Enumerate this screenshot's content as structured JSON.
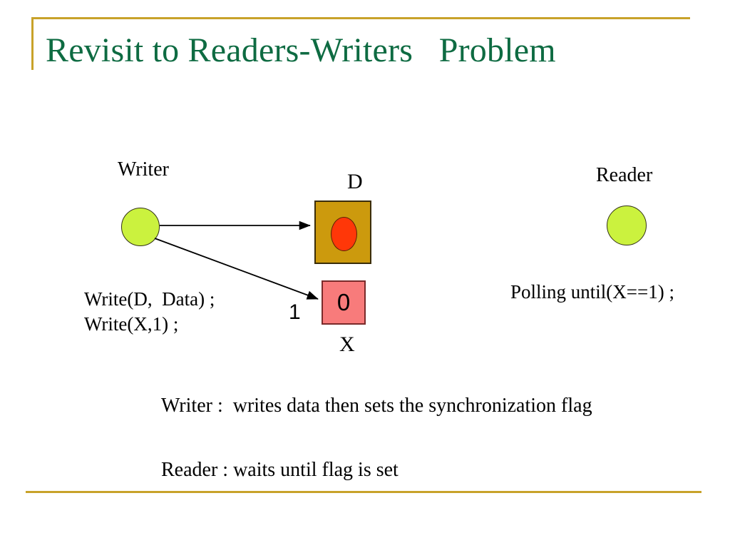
{
  "slide": {
    "title": "Revisit to Readers-Writers   Problem",
    "title_color": "#0E6B42",
    "accent_rule_color": "#C8A22A",
    "background_color": "#FFFFFF"
  },
  "writer": {
    "role_label": "Writer",
    "node_color": "#CBF23E",
    "code_line_1": "Write(D,  Data) ;",
    "code_line_2": "Write(X,1) ;"
  },
  "reader": {
    "role_label": "Reader",
    "node_color": "#CBF23E",
    "poll_text": "Polling until(X==1) ;"
  },
  "memory": {
    "data_box": {
      "label": "D",
      "fill_color": "#CC9A0D",
      "inner_shape_color": "#FF3708"
    },
    "flag_box": {
      "label": "X",
      "value": "0",
      "fill_color": "#F87B7B"
    }
  },
  "edges": {
    "write_data_label": "",
    "write_flag_label": "1"
  },
  "notes": {
    "line_1": "Writer :  writes data then sets the synchronization flag",
    "line_2": "Reader : waits until flag is set"
  }
}
